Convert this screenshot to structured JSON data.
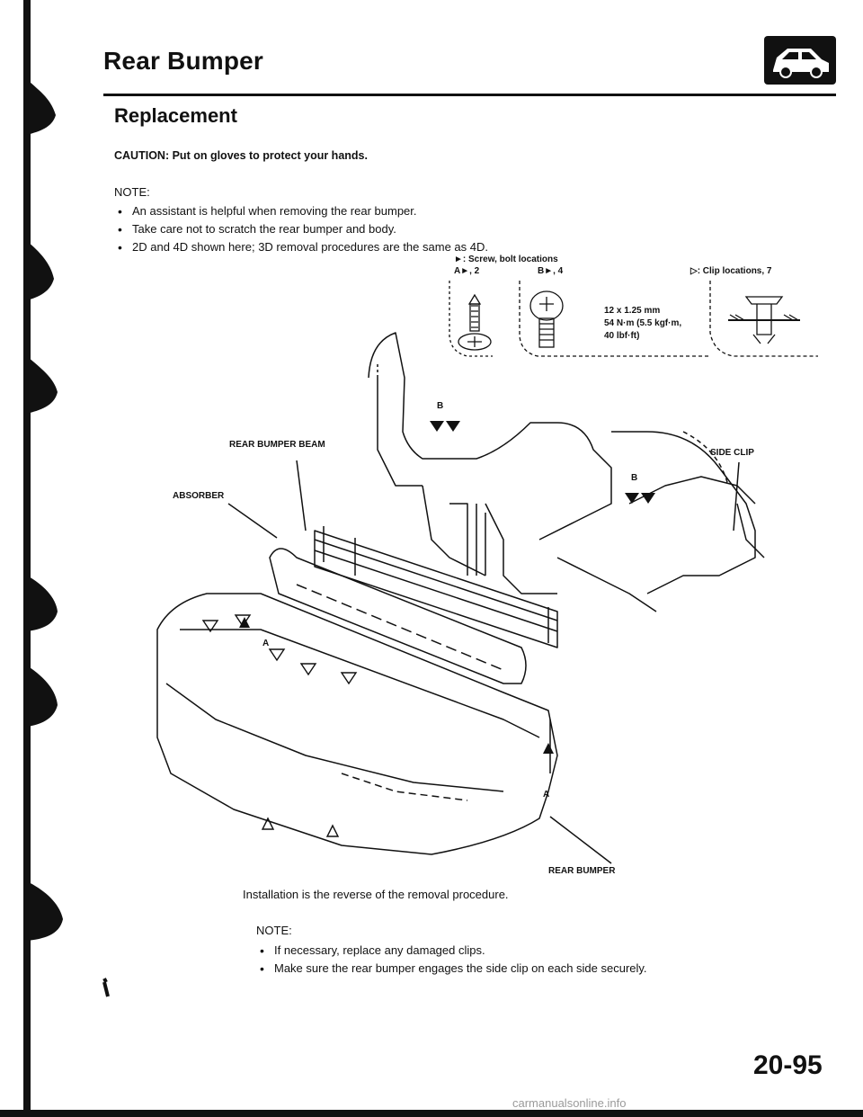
{
  "header": {
    "title": "Rear Bumper",
    "icon": "car-body-icon"
  },
  "section": {
    "title": "Replacement"
  },
  "caution": {
    "label": "CAUTION:",
    "text": "Put on gloves to protect your hands."
  },
  "note": {
    "label": "NOTE:",
    "items": [
      "An assistant is helpful when removing the rear bumper.",
      "Take care not to scratch the rear bumper and body.",
      "2D and 4D shown here; 3D removal procedures are the same as 4D."
    ]
  },
  "legend": {
    "screw_title": "►: Screw, bolt locations",
    "a_count": "A►, 2",
    "b_count": "B►, 4",
    "clip_title": "▷: Clip locations, 7",
    "bolt_spec_1": "12 x 1.25 mm",
    "bolt_spec_2": "54 N·m (5.5 kgf·m,",
    "bolt_spec_3": "40 lbf·ft)"
  },
  "callouts": {
    "beam": "REAR BUMPER BEAM",
    "absorber": "ABSORBER",
    "side_clip": "SIDE CLIP",
    "bumper": "REAR BUMPER",
    "b1": "B",
    "b2": "B",
    "a1": "A",
    "a2": "A"
  },
  "installation": {
    "text": "Installation is the reverse of the removal procedure.",
    "note_label": "NOTE:",
    "items": [
      "If necessary, replace any damaged clips.",
      "Make sure the rear bumper engages the side clip on each side securely."
    ]
  },
  "page_number": "20-95",
  "watermark": "carmanualsonline.info"
}
